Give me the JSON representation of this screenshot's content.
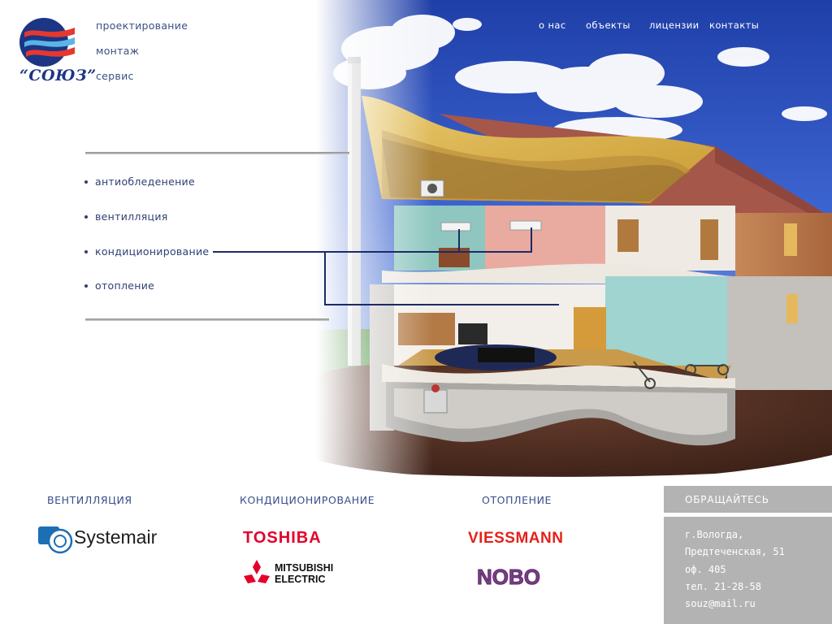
{
  "brand": {
    "name": "“СОЮЗ”"
  },
  "top_left_menu": [
    "проектирование",
    "монтаж",
    "сервис"
  ],
  "top_nav": [
    "о нас",
    "объекты",
    "лицензии",
    "контакты"
  ],
  "services": {
    "items": [
      "антиобледенение",
      "вентилляция",
      "кондиционирование",
      "отопление"
    ],
    "active_index": 2
  },
  "categories": {
    "ventilation": {
      "title": "ВЕНТИЛЛЯЦИЯ",
      "brands": [
        "Systemair"
      ]
    },
    "conditioning": {
      "title": "КОНДИЦИОНИРОВАНИЕ",
      "brands": [
        "TOSHIBA",
        "MITSUBISHI",
        "ELECTRIC"
      ]
    },
    "heating": {
      "title": "ОТОПЛЕНИЕ",
      "brands": [
        "VIESSMANN",
        "NOBO"
      ]
    }
  },
  "contact": {
    "title": "ОБРАЩАЙТЕСЬ",
    "lines": [
      "г.Вологда,",
      "Предтеченская, 51",
      "оф. 405",
      "тел. 21-28-58",
      "souz@mail.ru"
    ]
  },
  "colors": {
    "text": "#2f3f73",
    "sky": "#2a4fc0",
    "grass": "#3f8a2e",
    "soil": "#5a3526",
    "toshiba_red": "#e4002b",
    "viessmann_red": "#e2231a",
    "nobo_purple": "#7a3e86",
    "systemair_blue": "#1c6fb5",
    "panel_grey": "#b3b3b3"
  },
  "icons": [
    "logo-waves-icon",
    "mitsubishi-diamonds-icon",
    "systemair-circle-icon"
  ]
}
